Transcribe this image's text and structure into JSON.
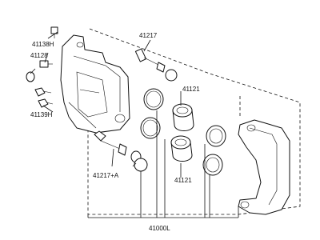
{
  "labels": {
    "l0": "41138H",
    "l1": "41128",
    "l2": "41139H",
    "l3": "41217",
    "l4": "41121",
    "l5": "41121",
    "l6": "41217+A",
    "l7": "41000L"
  }
}
